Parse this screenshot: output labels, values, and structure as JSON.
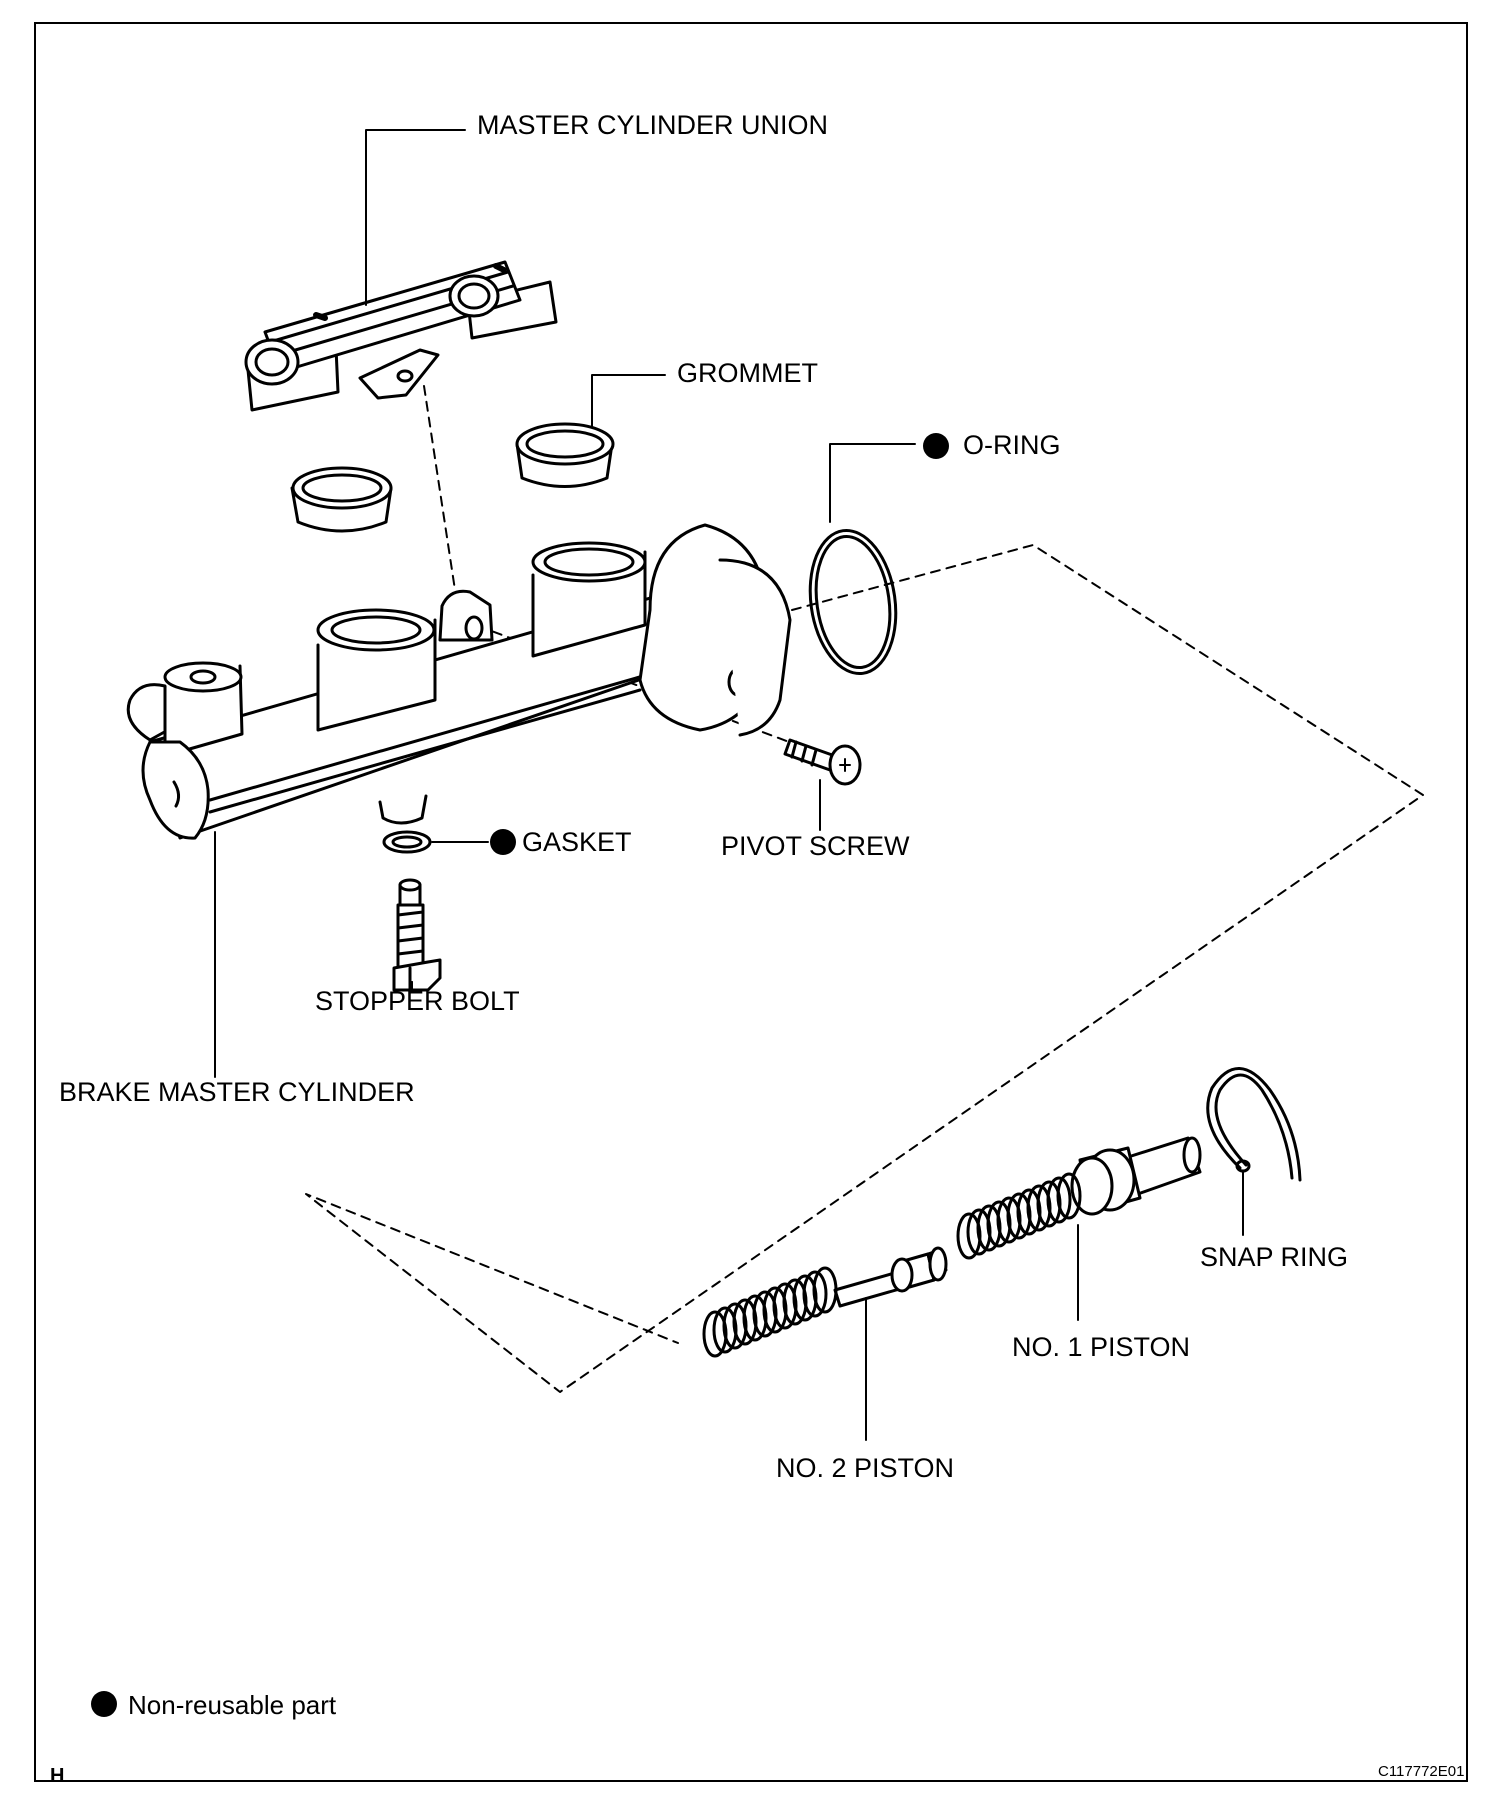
{
  "parts": {
    "master_cylinder_union": "MASTER CYLINDER UNION",
    "grommet": "GROMMET",
    "o_ring": "O-RING",
    "gasket": "GASKET",
    "pivot_screw": "PIVOT SCREW",
    "stopper_bolt": "STOPPER BOLT",
    "brake_master_cylinder": "BRAKE MASTER CYLINDER",
    "snap_ring": "SNAP RING",
    "no1_piston": "NO. 1 PISTON",
    "no2_piston": "NO. 2 PISTON"
  },
  "legend": {
    "text": "Non-reusable part"
  },
  "corner_mark": "H",
  "figure_code": "C117772E01",
  "colors": {
    "ink": "#000000",
    "paper": "#ffffff"
  }
}
